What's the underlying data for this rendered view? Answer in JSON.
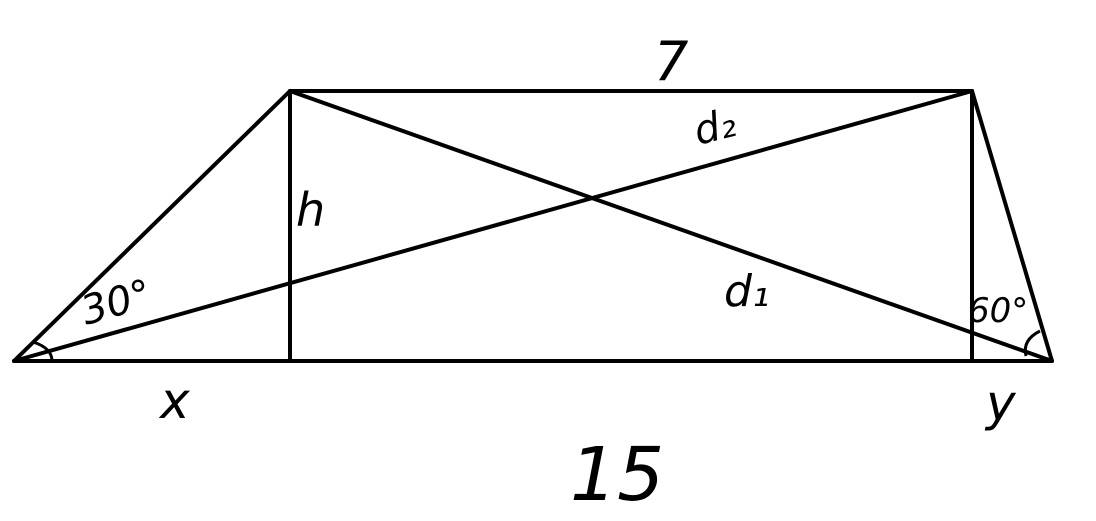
{
  "labels": {
    "top_base": "7",
    "bottom_base": "15",
    "height": "h",
    "diagonal_1": "d₁",
    "diagonal_2": "d₂",
    "left_angle": "30°",
    "right_angle": "60°",
    "left_segment": "x",
    "right_segment": "y"
  },
  "colors": {
    "ink": "#000000",
    "background": "#ffffff"
  }
}
